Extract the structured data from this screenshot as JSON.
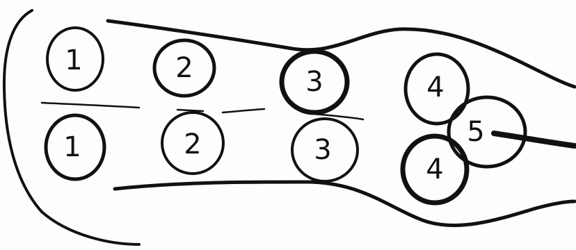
{
  "diagram": {
    "circles": [
      {
        "id": "upper-1",
        "label": "1"
      },
      {
        "id": "upper-2",
        "label": "2"
      },
      {
        "id": "upper-3",
        "label": "3"
      },
      {
        "id": "upper-4",
        "label": "4"
      },
      {
        "id": "lower-1",
        "label": "1"
      },
      {
        "id": "lower-2",
        "label": "2"
      },
      {
        "id": "lower-3",
        "label": "3"
      },
      {
        "id": "lower-4",
        "label": "4"
      },
      {
        "id": "center-5",
        "label": "5"
      }
    ],
    "ink_color": "#111111"
  }
}
